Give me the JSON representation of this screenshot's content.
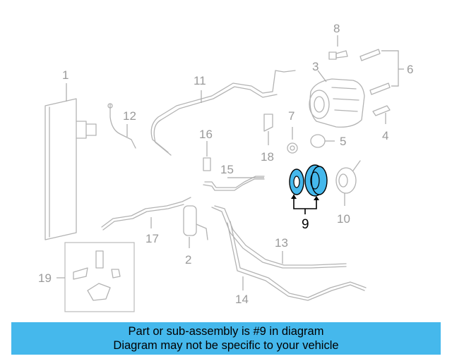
{
  "diagram": {
    "highlight_color": "#45b8ec",
    "highlighted_part": "9",
    "callouts": {
      "c1": "1",
      "c2": "2",
      "c3": "3",
      "c4": "4",
      "c5": "5",
      "c6": "6",
      "c7": "7",
      "c8": "8",
      "c9": "9",
      "c10": "10",
      "c11": "11",
      "c12": "12",
      "c13": "13",
      "c14": "14",
      "c15": "15",
      "c16": "16",
      "c17": "17",
      "c18": "18",
      "c19": "19"
    }
  },
  "banner": {
    "line1": "Part or sub-assembly is #9 in diagram",
    "line2": "Diagram may not be specific to your vehicle",
    "background": "#45b8ec"
  }
}
